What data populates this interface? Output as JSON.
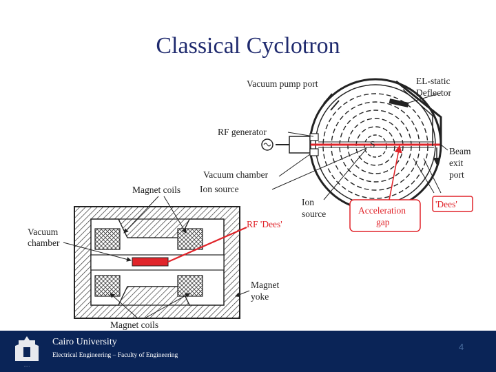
{
  "slide": {
    "title": "Classical Cyclotron",
    "page_number": "4"
  },
  "footer": {
    "university": "Cairo University",
    "faculty": "Electrical Engineering – Faculty of Engineering"
  },
  "diagram": {
    "top_labels": {
      "vacuum_pump_port": "Vacuum pump port",
      "el_static_line1": "EL-static",
      "el_static_line2": "Deflector",
      "rf_generator": "RF generator",
      "beam_line1": "Beam",
      "beam_line2": "exit",
      "beam_line3": "port",
      "vacuum_chamber": "Vacuum chamber",
      "ion_source": "Ion source",
      "ion_source_right_line1": "Ion",
      "ion_source_right_line2": "source",
      "dees": "'Dees'",
      "acceleration_line1": "Acceleration",
      "acceleration_line2": "gap",
      "s_marker": "S"
    },
    "bottom_labels": {
      "magnet_coils_top": "Magnet coils",
      "rf_dees": "RF 'Dees'",
      "vacuum_line1": "Vacuum",
      "vacuum_line2": "chamber",
      "magnet_line1": "Magnet",
      "magnet_line2": "yoke",
      "magnet_coils_bottom": "Magnet coils"
    }
  },
  "colors": {
    "title": "#1f2a6e",
    "footer_bg": "#0a2457",
    "accent_red": "#e0242a"
  }
}
